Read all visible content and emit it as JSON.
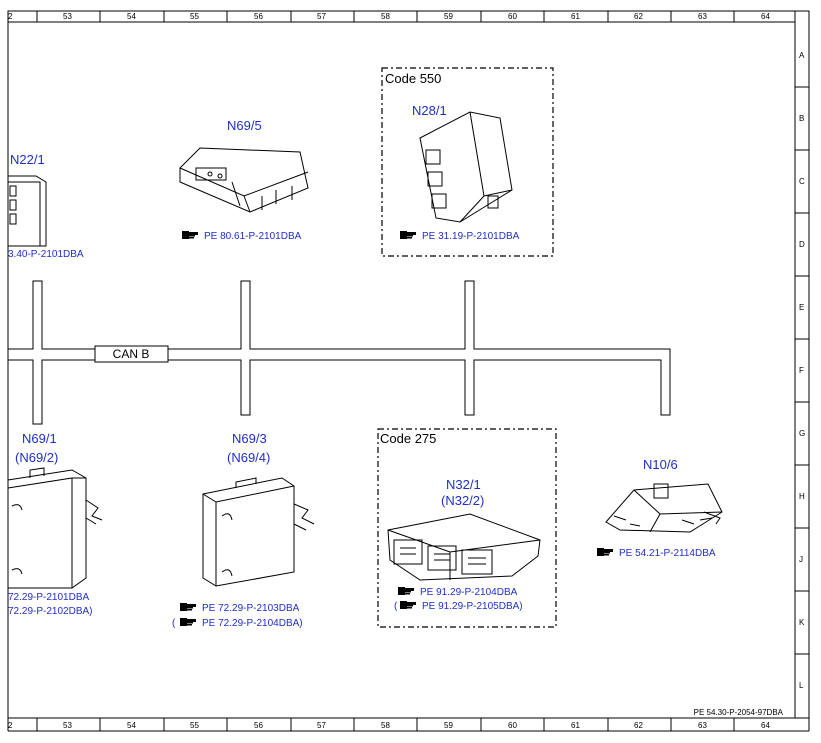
{
  "grid": {
    "columns": [
      "2",
      "53",
      "54",
      "55",
      "56",
      "57",
      "58",
      "59",
      "60",
      "61",
      "62",
      "63",
      "64"
    ],
    "rows": [
      "A",
      "B",
      "C",
      "D",
      "E",
      "F",
      "G",
      "H",
      "J",
      "K",
      "L"
    ]
  },
  "bus": {
    "label": "CAN B"
  },
  "groups": {
    "code550": {
      "label": "Code 550"
    },
    "code275": {
      "label": "Code 275"
    }
  },
  "components": {
    "n22_1": {
      "id": "N22/1",
      "ref": "3.40-P-2101DBA"
    },
    "n69_5": {
      "id": "N69/5",
      "ref": "PE 80.61-P-2101DBA"
    },
    "n28_1": {
      "id": "N28/1",
      "ref": "PE 31.19-P-2101DBA"
    },
    "n69_1": {
      "id": "N69/1",
      "id_alt": "(N69/2)",
      "ref": "72.29-P-2101DBA",
      "ref_alt": "72.29-P-2102DBA)"
    },
    "n69_3": {
      "id": "N69/3",
      "id_alt": "(N69/4)",
      "ref": "PE 72.29-P-2103DBA",
      "ref_alt": "PE 72.29-P-2104DBA)"
    },
    "n32_1": {
      "id": "N32/1",
      "id_alt": "(N32/2)",
      "ref": "PE 91.29-P-2104DBA",
      "ref_alt": "PE 91.29-P-2105DBA)"
    },
    "n10_6": {
      "id": "N10/6",
      "ref": "PE 54.21-P-2114DBA"
    }
  },
  "doc_ref": "PE 54.30-P-2054-97DBA",
  "icons": [
    "reference-hand-icon"
  ]
}
